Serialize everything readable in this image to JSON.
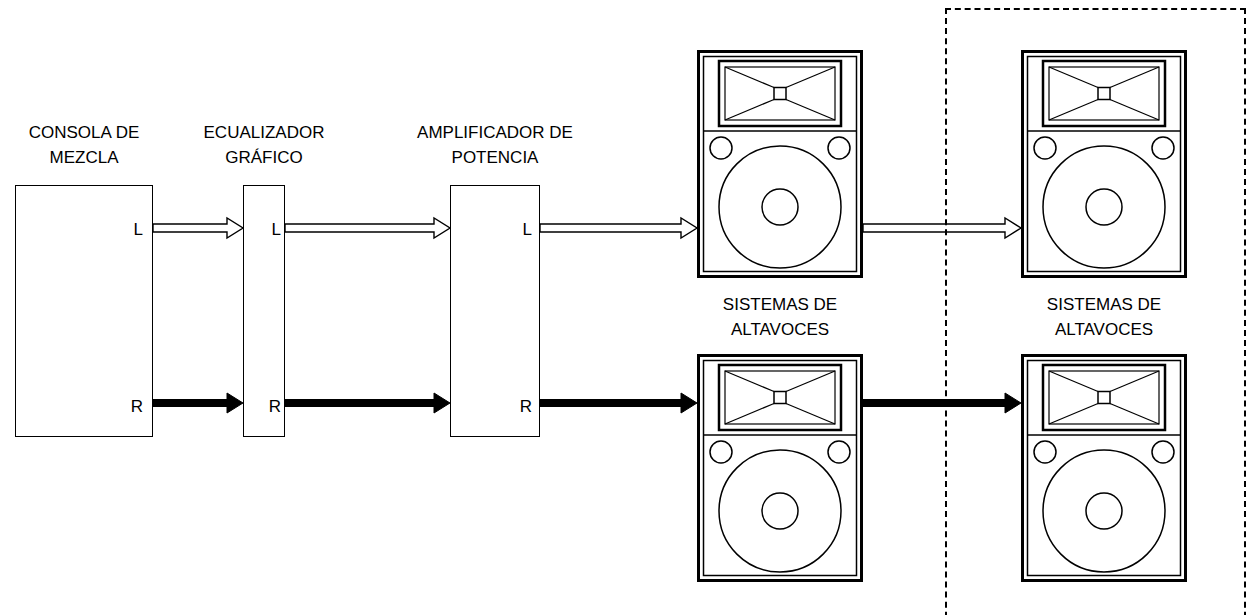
{
  "diagram": {
    "nodes": [
      {
        "text": [
          "CONSOLA DE MEZCLA",
          "L",
          "R"
        ]
      },
      {
        "text": [
          "ECUALIZADOR GRÁFICO",
          "L",
          "R"
        ]
      },
      {
        "text": [
          "AMPLIFICADOR DE POTENCIA",
          "L",
          "R"
        ]
      },
      {
        "text": [
          "SISTEMAS DE ALTAVOCES"
        ]
      },
      {
        "text": []
      },
      {
        "text": []
      },
      {
        "text": [
          "SISTEMAS DE ALTAVOCES"
        ],
        "in": 5
      },
      {
        "text": [],
        "in": 5
      }
    ],
    "edges": [
      {
        "from": 0,
        "to": 1,
        "arrow": "to"
      },
      {
        "from": 1,
        "to": 2,
        "arrow": "to"
      },
      {
        "from": 2,
        "to": 3,
        "arrow": "to"
      },
      {
        "from": 3,
        "to": 6,
        "arrow": "to"
      },
      {
        "from": 0,
        "to": 1,
        "arrow": "to"
      },
      {
        "from": 1,
        "to": 2,
        "arrow": "to"
      },
      {
        "from": 2,
        "to": 4,
        "arrow": "to"
      },
      {
        "from": 4,
        "to": 7,
        "arrow": "to"
      }
    ]
  }
}
